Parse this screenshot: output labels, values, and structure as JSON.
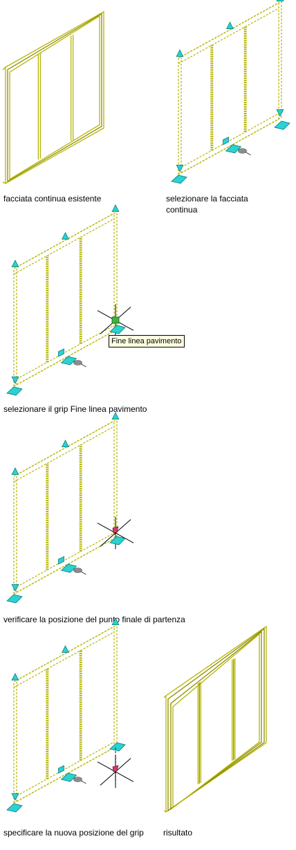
{
  "colors": {
    "frame": "#b5b500",
    "frame_dark": "#8c8c00",
    "grip": "#2ad2d2",
    "grip_dark": "#0a7a7a",
    "selected_grip": "#3cb43c",
    "target": "#d23c64",
    "crosshair": "#000000",
    "dot": "#8c8c8c"
  },
  "steps": [
    {
      "caption": "facciata continua esistente",
      "icon": "curtain-wall-solid"
    },
    {
      "caption": "selezionare la facciata continua",
      "icon": "curtain-wall-selected"
    },
    {
      "caption": "selezionare il grip Fine linea pavimento",
      "icon": "curtain-wall-grip-picked",
      "tooltip": "Fine linea pavimento"
    },
    {
      "caption": "verificare la posizione del punto finale di partenza",
      "icon": "curtain-wall-start-point"
    },
    {
      "caption": "specificare la nuova posizione del grip",
      "icon": "curtain-wall-new-position"
    },
    {
      "caption": "risultato",
      "icon": "curtain-wall-result"
    }
  ]
}
